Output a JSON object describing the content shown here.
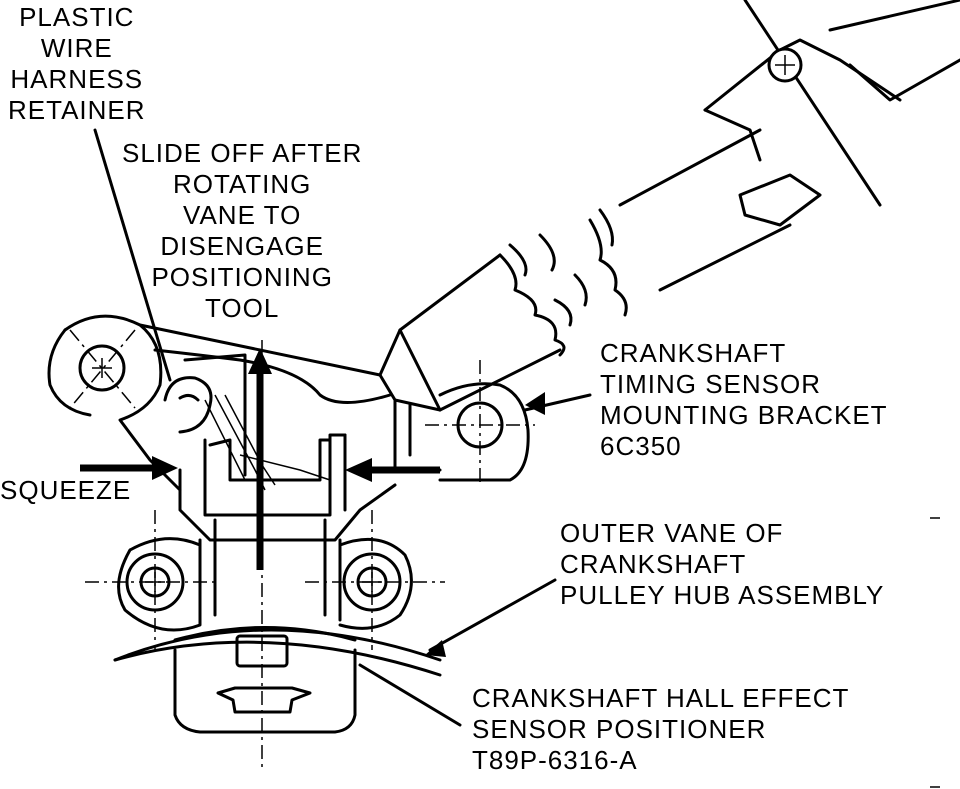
{
  "labels": {
    "plastic_retainer": [
      "PLASTIC",
      "WIRE",
      "HARNESS",
      "RETAINER"
    ],
    "slide_off": [
      "SLIDE OFF AFTER",
      "ROTATING",
      "VANE TO",
      "DISENGAGE",
      "POSITIONING",
      "TOOL"
    ],
    "bracket": [
      "CRANKSHAFT",
      "TIMING SENSOR",
      "MOUNTING BRACKET",
      "6C350"
    ],
    "squeeze": "SQUEEZE",
    "outer_vane": [
      "OUTER VANE OF",
      "CRANKSHAFT",
      "PULLEY HUB ASSEMBLY"
    ],
    "positioner": [
      "CRANKSHAFT HALL EFFECT",
      "SENSOR POSITIONER",
      "T89P-6316-A"
    ]
  }
}
